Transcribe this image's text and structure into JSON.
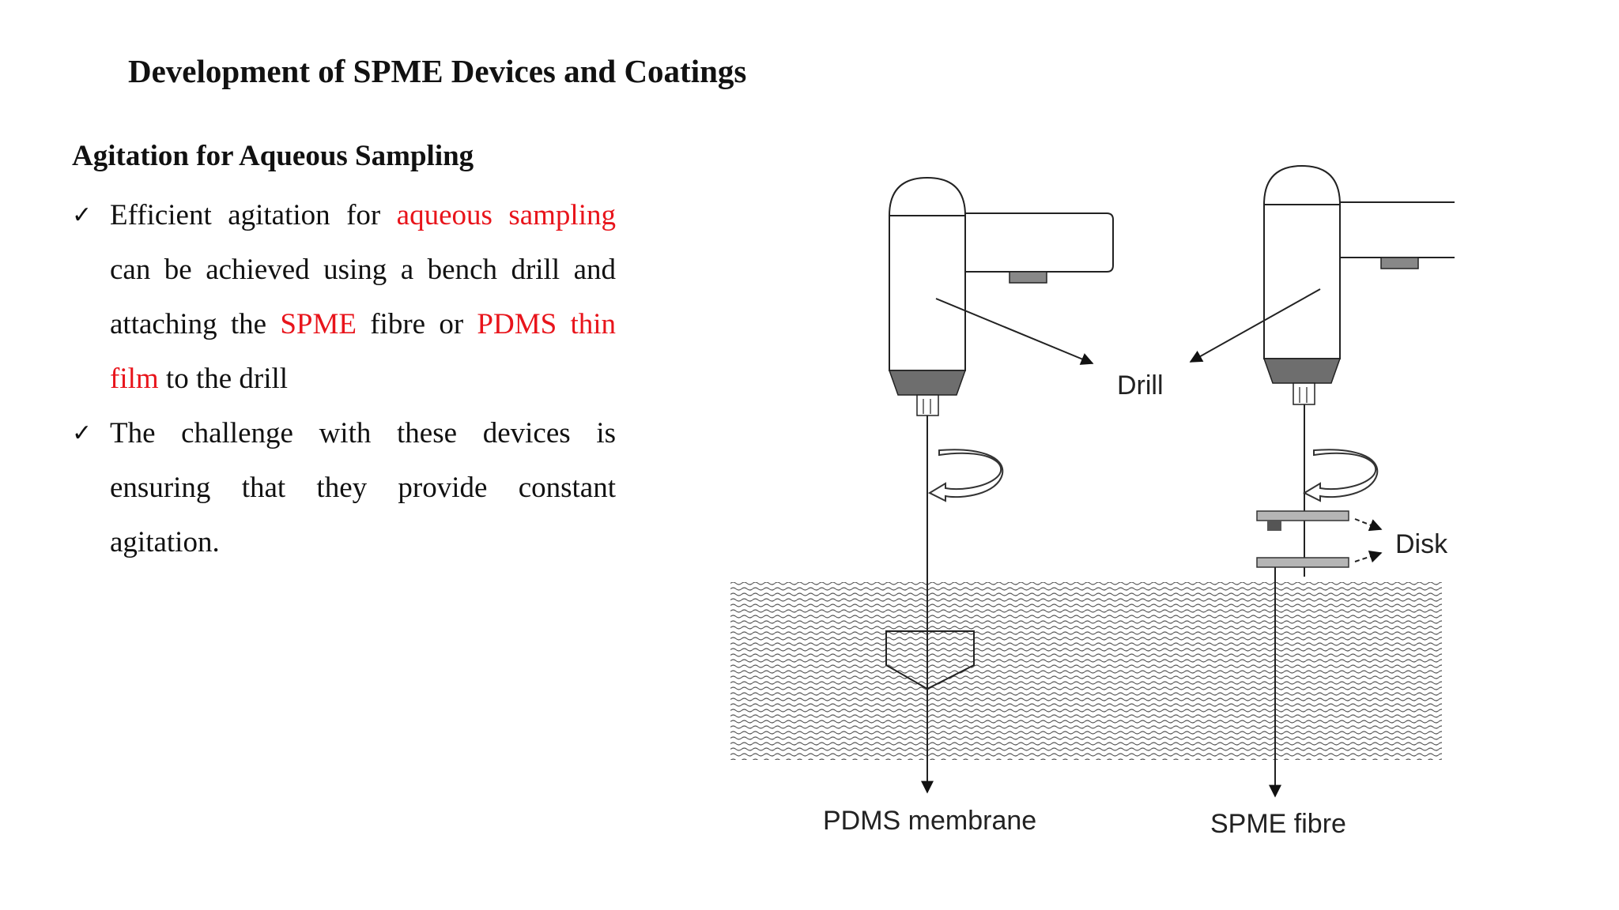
{
  "slide": {
    "title": "Development of SPME Devices and Coatings",
    "subtitle": "Agitation for Aqueous Sampling",
    "bullets": [
      {
        "parts": [
          {
            "text": "Efficient agitation for ",
            "highlight": false
          },
          {
            "text": "aqueous sampling",
            "highlight": true
          },
          {
            "text": " can be achieved using a bench drill and attaching the ",
            "highlight": false
          },
          {
            "text": "SPME",
            "highlight": true
          },
          {
            "text": " fibre or ",
            "highlight": false
          },
          {
            "text": "PDMS thin film",
            "highlight": true
          },
          {
            "text": " to the drill",
            "highlight": false
          }
        ]
      },
      {
        "parts": [
          {
            "text": "The challenge with these devices is ensuring that they provide constant agitation.",
            "highlight": false
          }
        ]
      }
    ],
    "check_icon": "check-mark-icon",
    "highlight_color": "#e8141b"
  },
  "diagram": {
    "labels": {
      "drill": "Drill",
      "disk": "Disk",
      "pdms": "PDMS membrane",
      "spme": "SPME fibre"
    }
  }
}
